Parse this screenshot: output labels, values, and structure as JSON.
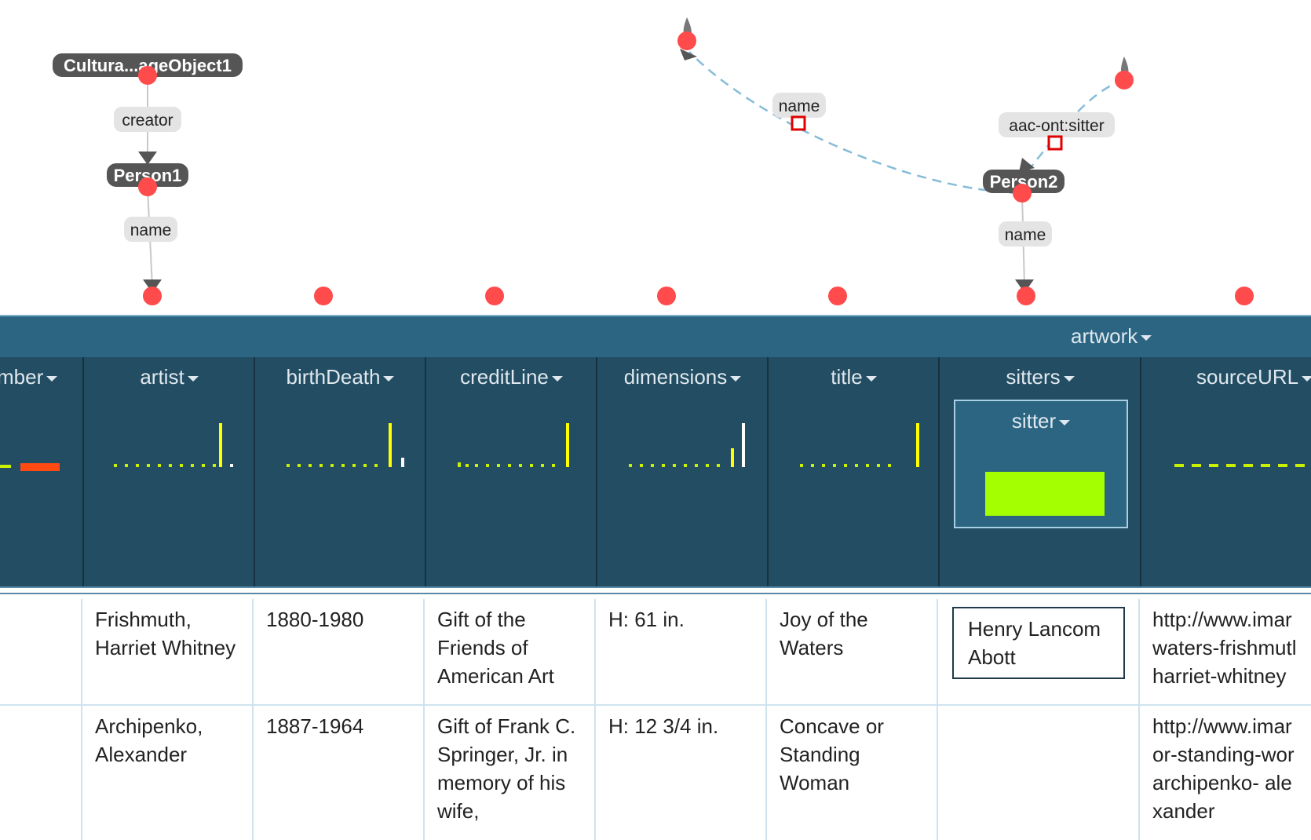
{
  "graph": {
    "nodes": [
      {
        "id": "cho1",
        "label": "Cultura...ageObject1"
      },
      {
        "id": "person1",
        "label": "Person1"
      },
      {
        "id": "person2",
        "label": "Person2"
      }
    ],
    "edges": [
      {
        "id": "e_creator",
        "label": "creator"
      },
      {
        "id": "e_p1_name",
        "label": "name"
      },
      {
        "id": "e_top_name",
        "label": "name"
      },
      {
        "id": "e_sitter",
        "label": "aac-ont:sitter"
      },
      {
        "id": "e_p2_name",
        "label": "name"
      }
    ],
    "colors": {
      "dot": "#ff4b4b",
      "node_bg": "#555555",
      "edge_dashed": "#86bcd8",
      "edge_solid": "#c8c8c8",
      "arrow": "#555555",
      "edge_label_bg": "#e4e4e4",
      "marker": "#e00000"
    }
  },
  "header": {
    "group_label": "artwork"
  },
  "columns": [
    {
      "key": "number",
      "label": "mber"
    },
    {
      "key": "artist",
      "label": "artist"
    },
    {
      "key": "birthDeath",
      "label": "birthDeath"
    },
    {
      "key": "creditLine",
      "label": "creditLine"
    },
    {
      "key": "dimensions",
      "label": "dimensions"
    },
    {
      "key": "title",
      "label": "title"
    },
    {
      "key": "sitters",
      "label": "sitters",
      "sub": "sitter"
    },
    {
      "key": "sourceURL",
      "label": "sourceURL"
    }
  ],
  "histogram_colors": {
    "main": "#c9f000",
    "bright": "#ffff00",
    "rare": "#ffffff",
    "orange": "#ff4a12",
    "lime": "#a4ff00"
  },
  "rows": [
    {
      "artist": "Frishmuth, Harriet Whitney",
      "birthDeath": "1880-1980",
      "creditLine": "Gift of the Friends of American Art",
      "dimensions": "H: 61 in.",
      "title": "Joy of the Waters",
      "sitter": "Henry Lancom Abott",
      "sourceURL": "http://www.imar waters-frishmutl harriet-whitney"
    },
    {
      "artist": "Archipenko, Alexander",
      "birthDeath": "1887-1964",
      "creditLine": "Gift of Frank C. Springer, Jr. in memory of his wife,",
      "dimensions": "H: 12 3/4 in.",
      "title": "Concave or Standing Woman",
      "sitter": "",
      "sourceURL": "http://www.imar or-standing-wor archipenko- alexander"
    }
  ]
}
